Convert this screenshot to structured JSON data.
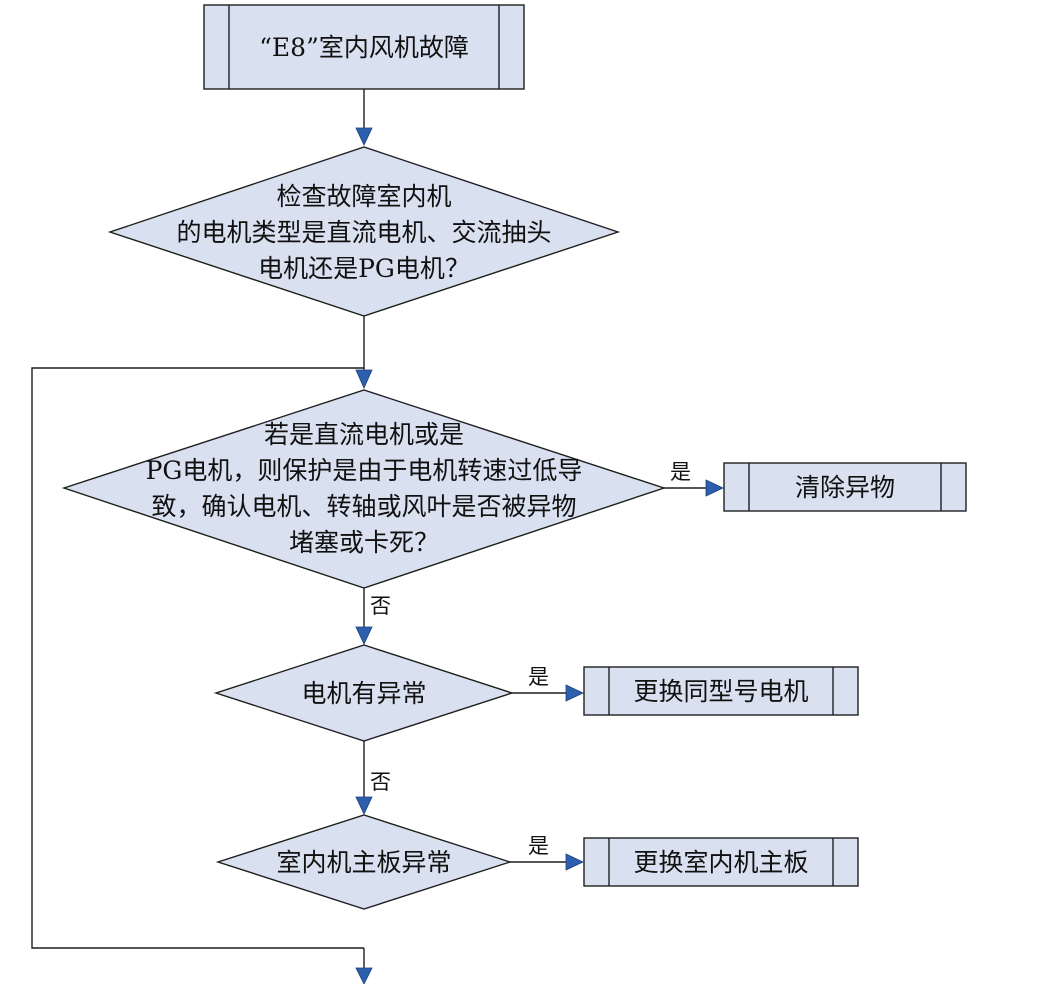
{
  "flowchart": {
    "start": "“E8”室内风机故障",
    "decision1": [
      "检查故障室内机",
      "的电机类型是直流电机、交流抽头",
      "电机还是PG电机？"
    ],
    "decision2": [
      "若是直流电机或是",
      "PG电机，则保护是由于电机转速过低导",
      "致，确认电机、转轴或风叶是否被异物",
      "堵塞或卡死？"
    ],
    "action1": "清除异物",
    "decision3": "电机有异常",
    "action2": "更换同型号电机",
    "decision4": "室内机主板异常",
    "action3": "更换室内机主板",
    "edge_yes_1": "是",
    "edge_no_1": "否",
    "edge_yes_2": "是",
    "edge_no_2": "否",
    "edge_yes_3": "是"
  },
  "colors": {
    "shape_fill": "#d9e1f0",
    "arrow_fill": "#2d5fae",
    "line": "#1f1f1f"
  }
}
